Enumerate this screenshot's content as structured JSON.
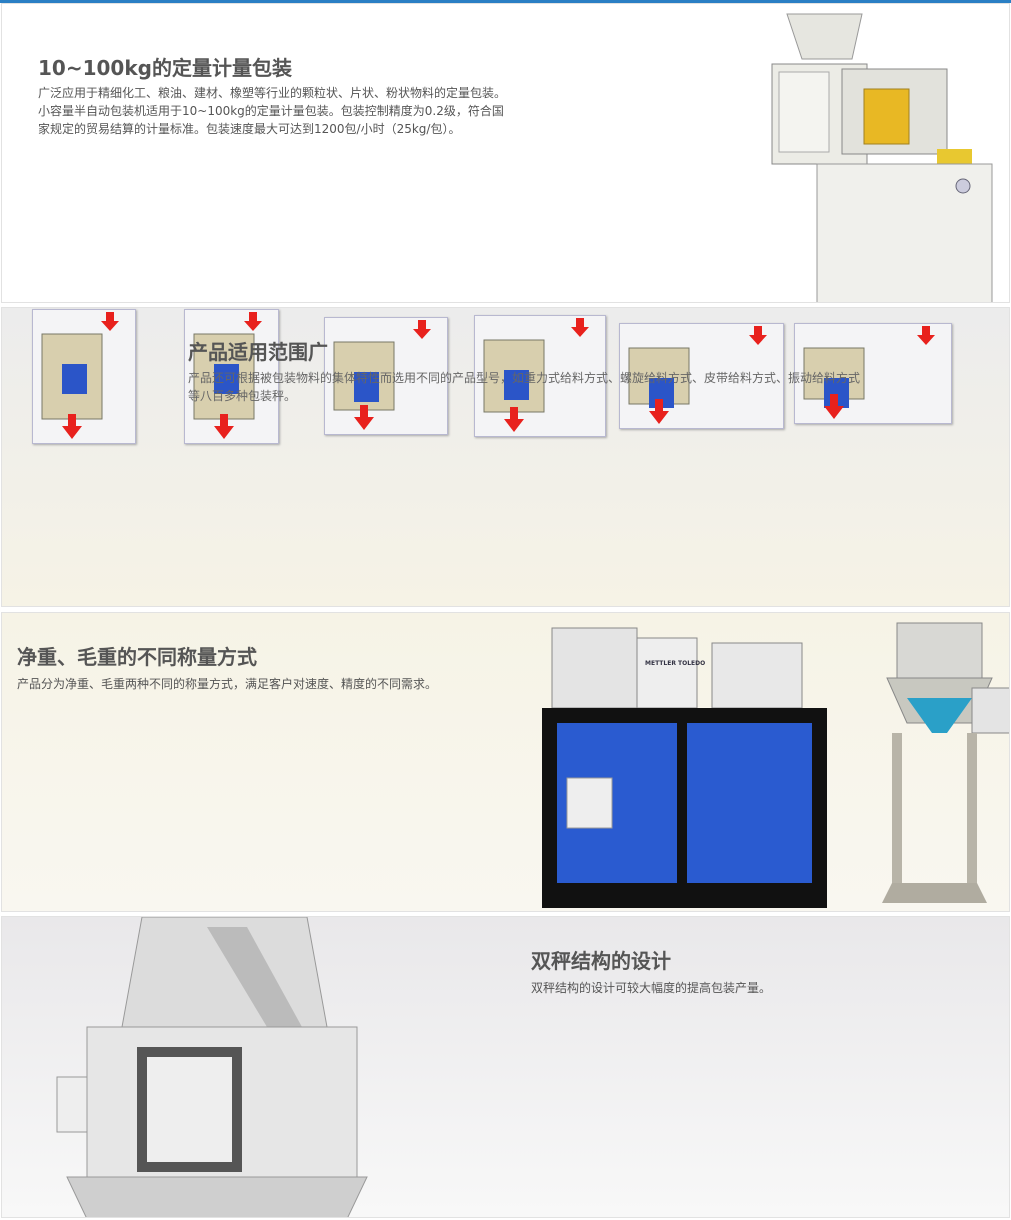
{
  "sections": [
    {
      "title": "10~100kg的定量计量包装",
      "desc": "广泛应用于精细化工、粮油、建材、橡塑等行业的颗粒状、片状、粉状物料的定量包装。小容量半自动包装机适用于10~100kg的定量计量包装。包装控制精度为0.2级，符合国家规定的贸易结算的计量标准。包装速度最大可达到1200包/小时（25kg/包）。"
    },
    {
      "title": "产品适用范围广",
      "desc": "产品还可根据被包装物料的集体特性而选用不同的产品型号，如重力式给料方式、螺旋给料方式、皮带给料方式、振动给料方式等八百多种包装秤。"
    },
    {
      "title": "净重、毛重的不同称量方式",
      "desc": "产品分为净重、毛重两种不同的称量方式，满足客户对速度、精度的不同需求。",
      "logo": "METTLER TOLEDO"
    },
    {
      "title": "双秤结构的设计",
      "desc": "双秤结构的设计可较大幅度的提高包装产量。"
    }
  ],
  "colors": {
    "accent": "#2a7fc4",
    "arrow": "#e8211d",
    "hopper": "#d8cfae",
    "blue": "#2b55c8"
  }
}
